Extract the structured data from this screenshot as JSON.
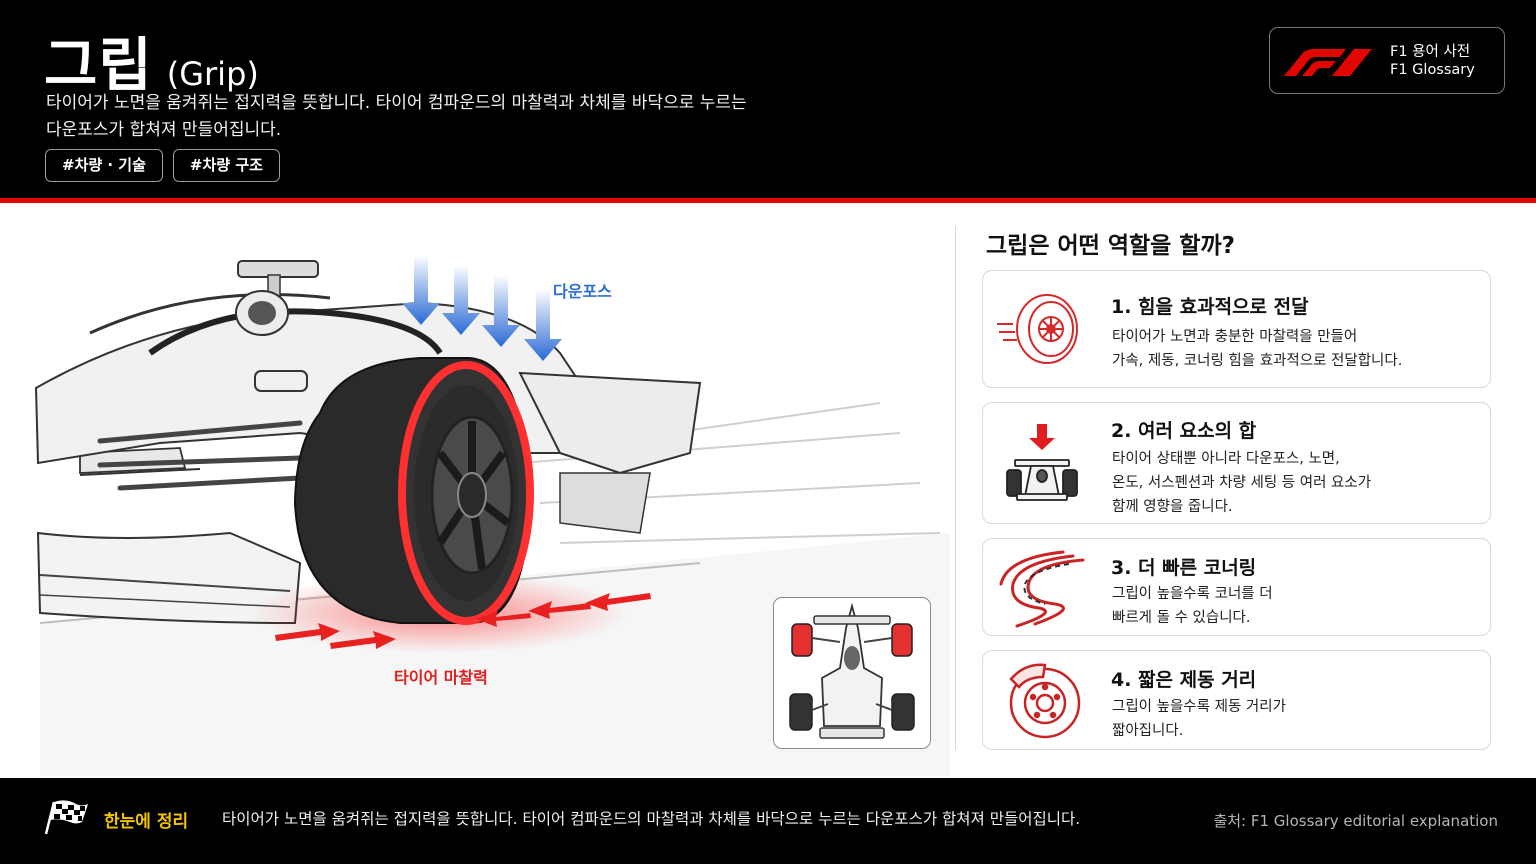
{
  "header": {
    "title_ko": "그립",
    "title_en": "(Grip)",
    "subtitle_line1": "타이어가 노면을 움켜쥐는 접지력을 뜻합니다. 타이어 컴파운드의 마찰력과 차체를 바닥으로 누르는",
    "subtitle_line2": "다운포스가 합쳐져 만들어집니다.",
    "tags": [
      "#차량 · 기술",
      "#차량 구조"
    ],
    "brand_line1": "F1 용어 사전",
    "brand_line2": "F1 Glossary",
    "brand_logo_icon": "f1-logo-icon",
    "brand_color": "#e10600"
  },
  "illustration": {
    "label_downforce": "다운포스",
    "label_friction": "타이어 마찰력",
    "downforce_color": "#2c6fd6",
    "friction_color": "#e12020"
  },
  "panel": {
    "title": "그립은 어떤 역할을 할까?",
    "cards": [
      {
        "title": "1. 힘을 효과적으로 전달",
        "desc_lines": [
          "타이어가 노면과 충분한 마찰력을 만들어",
          "가속, 제동, 코너링 힘을 효과적으로 전달합니다."
        ],
        "icon": "tire-icon"
      },
      {
        "title": "2. 여러 요소의 합",
        "desc_lines": [
          "타이어 상태뿐 아니라 다운포스, 노면,",
          "온도, 서스펜션과 차량 세팅 등 여러 요소가",
          "함께 영향을 줍니다."
        ],
        "icon": "car-downforce-icon"
      },
      {
        "title": "3. 더 빠른 코너링",
        "desc_lines": [
          "그립이 높을수록 코너를 더",
          "빠르게 돌 수 있습니다."
        ],
        "icon": "curve-road-icon"
      },
      {
        "title": "4. 짧은 제동 거리",
        "desc_lines": [
          "그립이 높을수록 제동 거리가",
          "짧아집니다."
        ],
        "icon": "brake-disc-icon"
      }
    ]
  },
  "footer": {
    "label": "한눈에 정리",
    "text": "타이어가 노면을 움켜쥐는 접지력을 뜻합니다. 타이어 컴파운드의 마찰력과 차체를 바닥으로 누르는 다운포스가 합쳐져 만들어집니다.",
    "source": "출처: F1 Glossary editorial explanation",
    "icon": "checkered-flag-icon",
    "label_color": "#f5c400"
  }
}
